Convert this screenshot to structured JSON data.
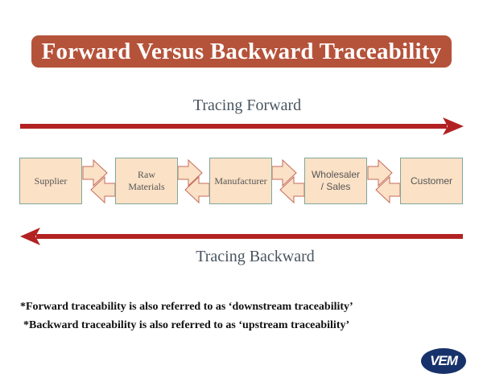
{
  "title": "Forward Versus Backward Traceability",
  "forward": {
    "label": "Tracing Forward",
    "direction": "right",
    "color": "#b22222"
  },
  "backward": {
    "label": "Tracing Backward",
    "direction": "left",
    "color": "#b22222"
  },
  "chain": {
    "nodes": [
      {
        "label": "Supplier"
      },
      {
        "label": "Raw Materials"
      },
      {
        "label": "Manufacturer"
      },
      {
        "label": "Wholesaler / Sales"
      },
      {
        "label": "Customer"
      }
    ],
    "connector": "bidirectional-arrows",
    "box_fill": "#fbe1c6",
    "box_border": "#7fa79c"
  },
  "notes": [
    "*Forward traceability is also referred to as ‘downstream traceability’",
    "*Backward traceability is also referred to as ‘upstream traceability’"
  ],
  "logo": {
    "text": "VEM",
    "color": "#17326b"
  },
  "colors": {
    "banner": "#b5533a",
    "arrow": "#b22222"
  }
}
